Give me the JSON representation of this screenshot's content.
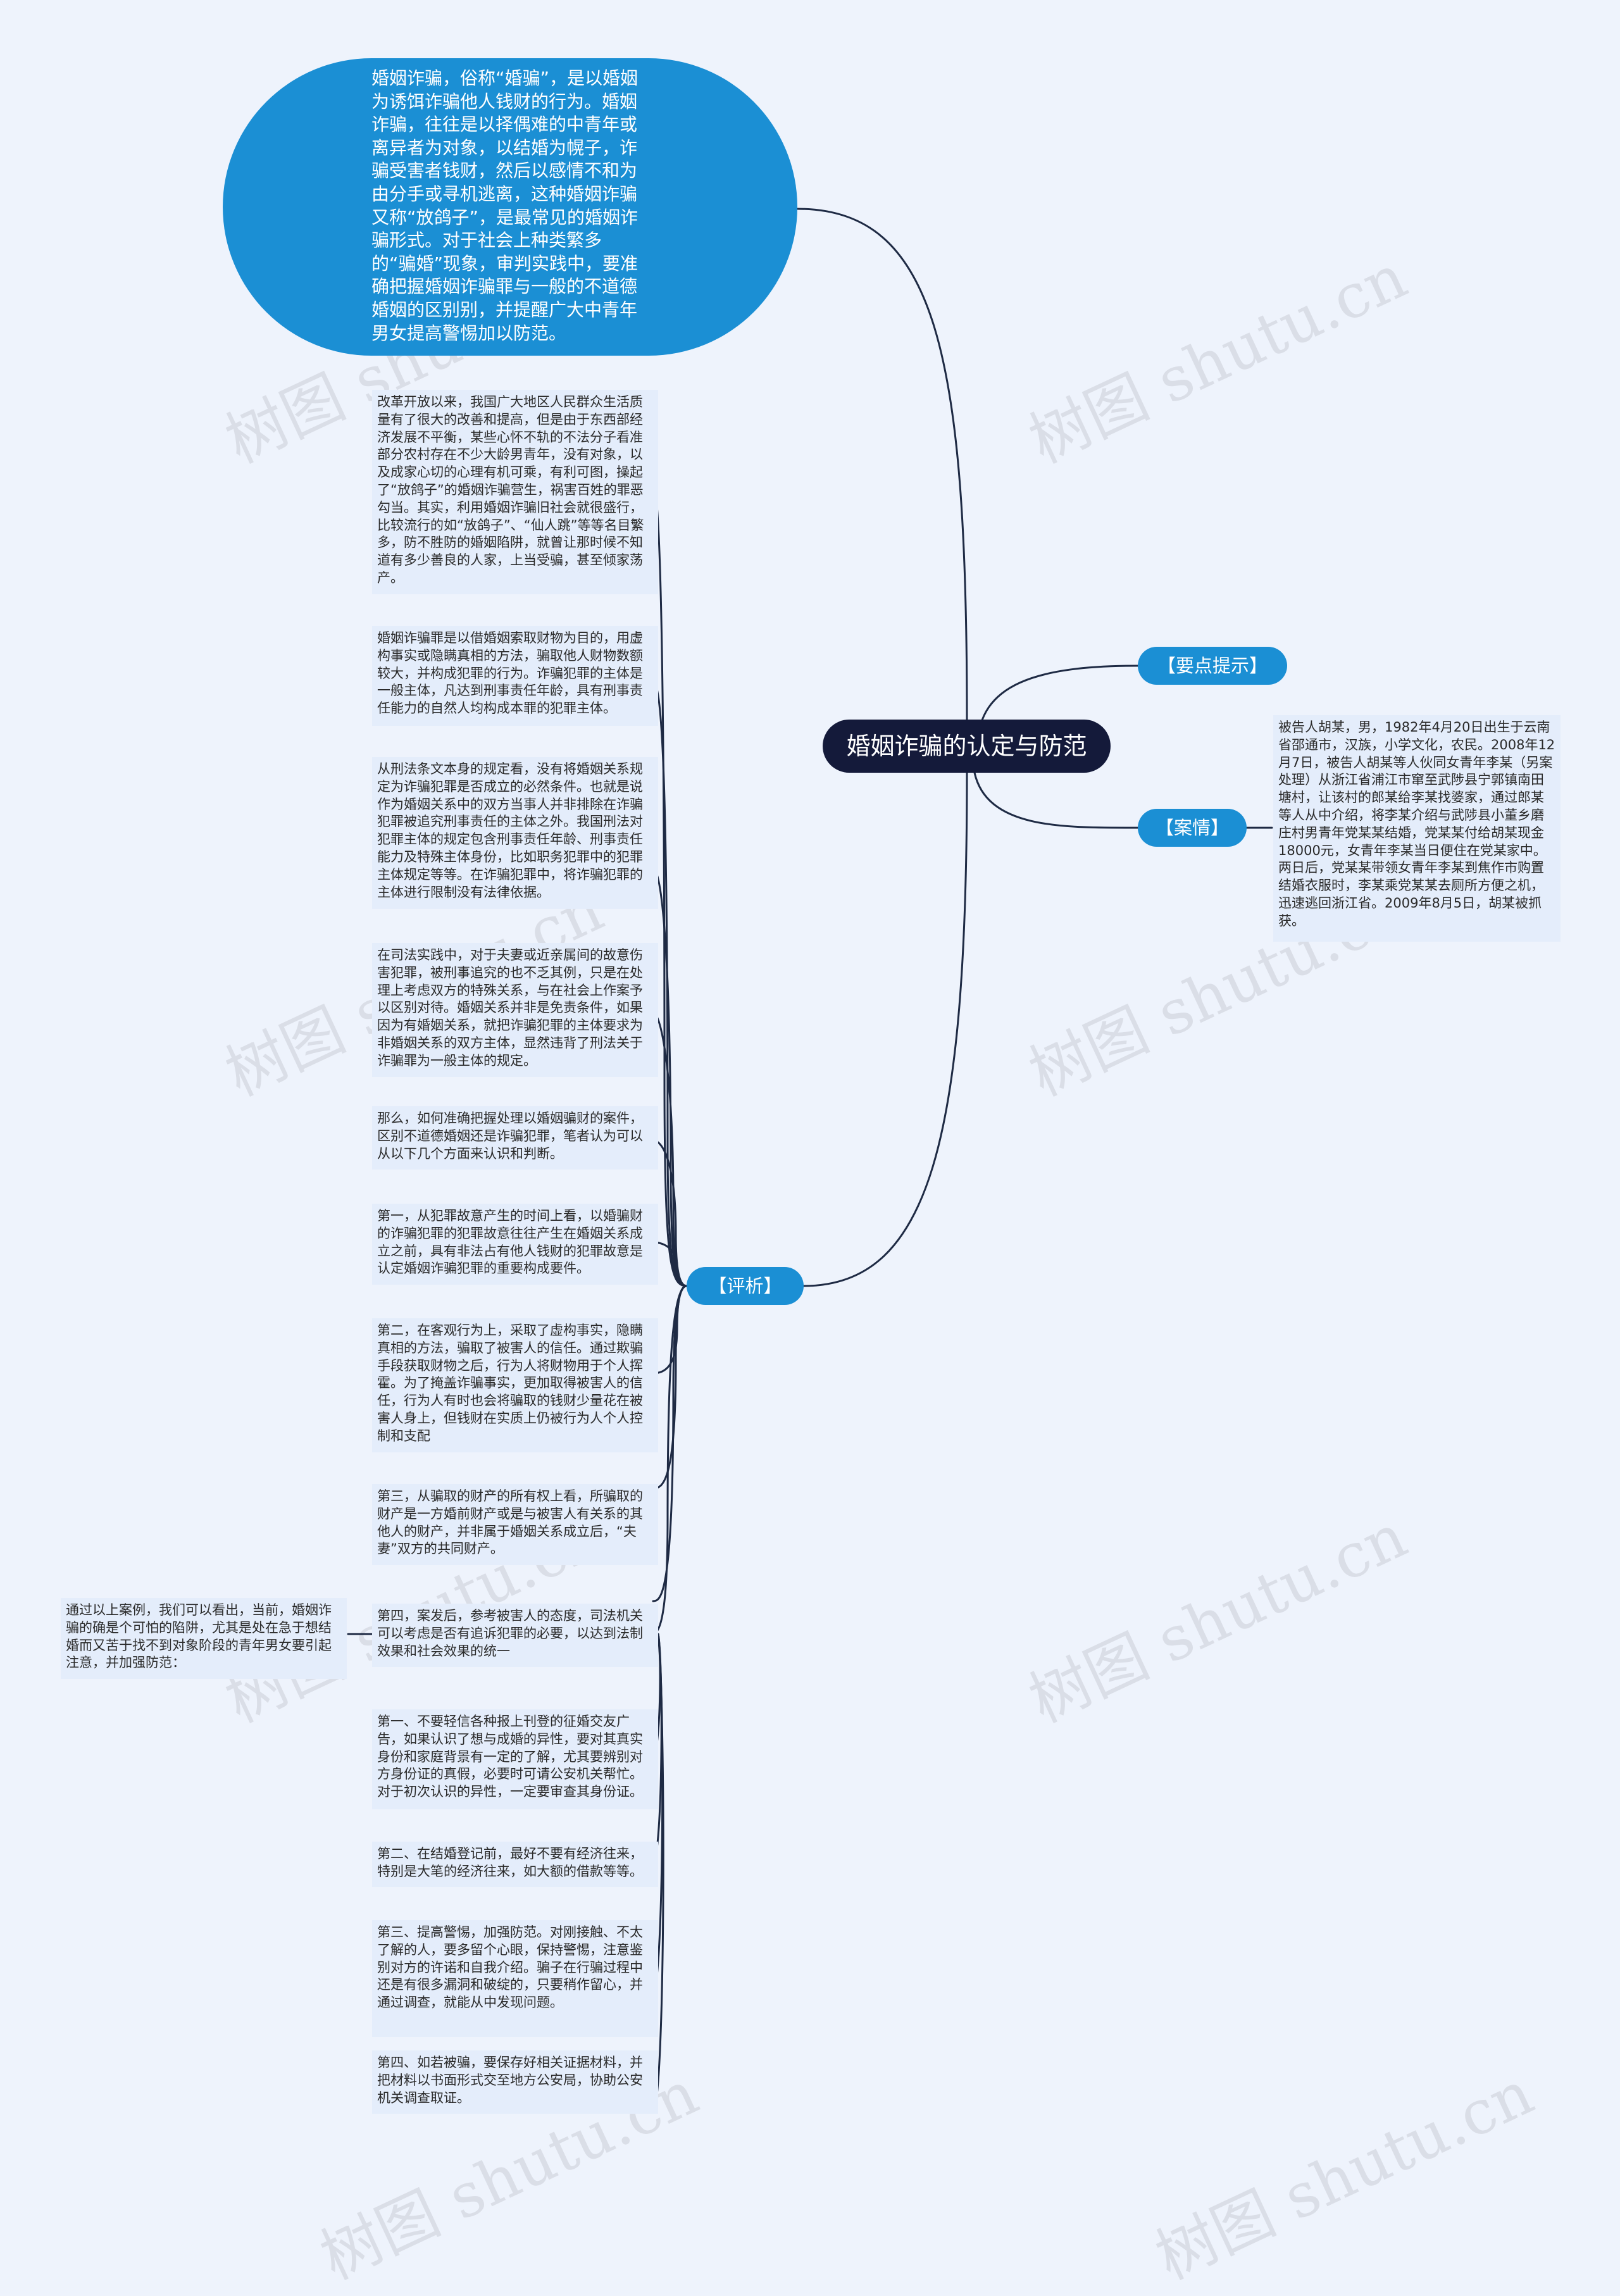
{
  "watermark": "树图 shutu.cn",
  "root": {
    "label": "婚姻诈骗的认定与防范"
  },
  "intro": {
    "text": "婚姻诈骗，俗称“婚骗”，是以婚姻为诱饵诈骗他人钱财的行为。婚姻诈骗，往往是以择偶难的中青年或离异者为对象，以结婚为幌子，诈骗受害者钱财，然后以感情不和为由分手或寻机逃离，这种婚姻诈骗又称“放鸽子”，是最常见的婚姻诈骗形式。对于社会上种类繁多的“骗婚”现象，审判实践中，要准确把握婚姻诈骗罪与一般的不道德婚姻的区别别，并提醒广大中青年男女提高警惕加以防范。"
  },
  "branches": {
    "keypoints": "【要点提示】",
    "case": "【案情】",
    "analysis": "【评析】"
  },
  "case_text": "被告人胡某，男，1982年4月20日出生于云南省邵通市，汉族，小学文化，农民。2008年12月7日，被告人胡某等人伙同女青年李某（另案处理）从浙江省浦江市窜至武陟县宁郭镇南田塘村，让该村的郎某给李某找婆家，通过郎某等人从中介绍，将李某介绍与武陟县小董乡磨庄村男青年党某某结婚，党某某付给胡某现金18000元，女青年李某当日便住在党某家中。两日后，党某某带领女青年李某到焦作市购置结婚衣服时，李某乘党某某去厕所方便之机，迅速逃回浙江省。2009年8月5日，胡某被抓获。",
  "analysis_items": [
    "改革开放以来，我国广大地区人民群众生活质量有了很大的改善和提高，但是由于东西部经济发展不平衡，某些心怀不轨的不法分子看准部分农村存在不少大龄男青年，没有对象，以及成家心切的心理有机可乘，有利可图，操起了“放鸽子”的婚姻诈骗营生，祸害百姓的罪恶勾当。其实，利用婚姻诈骗旧社会就很盛行，比较流行的如“放鸽子”、“仙人跳”等等名目繁多，防不胜防的婚姻陷阱，就曾让那时候不知道有多少善良的人家，上当受骗，甚至倾家荡产。",
    "婚姻诈骗罪是以借婚姻索取财物为目的，用虚构事实或隐瞒真相的方法，骗取他人财物数额较大，并构成犯罪的行为。诈骗犯罪的主体是一般主体，凡达到刑事责任年龄，具有刑事责任能力的自然人均构成本罪的犯罪主体。",
    "从刑法条文本身的规定看，没有将婚姻关系规定为诈骗犯罪是否成立的必然条件。也就是说作为婚姻关系中的双方当事人并非排除在诈骗犯罪被追究刑事责任的主体之外。我国刑法对犯罪主体的规定包含刑事责任年龄、刑事责任能力及特殊主体身份，比如职务犯罪中的犯罪主体规定等等。在诈骗犯罪中，将诈骗犯罪的主体进行限制没有法律依据。",
    "在司法实践中，对于夫妻或近亲属间的故意伤害犯罪，被刑事追究的也不乏其例，只是在处理上考虑双方的特殊关系，与在社会上作案予以区别对待。婚姻关系并非是免责条件，如果因为有婚姻关系，就把诈骗犯罪的主体要求为非婚姻关系的双方主体，显然违背了刑法关于诈骗罪为一般主体的规定。",
    "那么，如何准确把握处理以婚姻骗财的案件，区别不道德婚姻还是诈骗犯罪，笔者认为可以从以下几个方面来认识和判断。",
    "第一，从犯罪故意产生的时间上看，以婚骗财的诈骗犯罪的犯罪故意往往产生在婚姻关系成立之前，具有非法占有他人钱财的犯罪故意是认定婚姻诈骗犯罪的重要构成要件。",
    "第二，在客观行为上，采取了虚构事实，隐瞒真相的方法，骗取了被害人的信任。通过欺骗手段获取财物之后，行为人将财物用于个人挥霍。为了掩盖诈骗事实，更加取得被害人的信任，行为人有时也会将骗取的钱财少量花在被害人身上，但钱财在实质上仍被行为人个人控制和支配",
    "第三，从骗取的财产的所有权上看，所骗取的财产是一方婚前财产或是与被害人有关系的其他人的财产，并非属于婚姻关系成立后，“夫妻”双方的共同财产。",
    "第四，案发后，参考被害人的态度，司法机关可以考虑是否有追诉犯罪的必要，以达到法制效果和社会效果的统一",
    "第一、不要轻信各种报上刊登的征婚交友广告，如果认识了想与成婚的异性，要对其真实身份和家庭背景有一定的了解，尤其要辨别对方身份证的真假，必要时可请公安机关帮忙。对于初次认识的异性，一定要审查其身份证。",
    "第二、在结婚登记前，最好不要有经济往来，特别是大笔的经济往来，如大额的借款等等。",
    "第三、提高警惕，加强防范。对刚接触、不太了解的人，要多留个心眼，保持警惕，注意鉴别对方的许诺和自我介绍。骗子在行骗过程中还是有很多漏洞和破绽的，只要稍作留心，并通过调查，就能从中发现问题。",
    "第四、如若被骗，要保存好相关证据材料，并把材料以书面形式交至地方公安局，协助公安机关调查取证。"
  ],
  "conclusion_text": "通过以上案例，我们可以看出，当前，婚姻诈骗的确是个可怕的陷阱，尤其是处在急于想结婚而又苦于找不到对象阶段的青年男女要引起注意，并加强防范："
}
